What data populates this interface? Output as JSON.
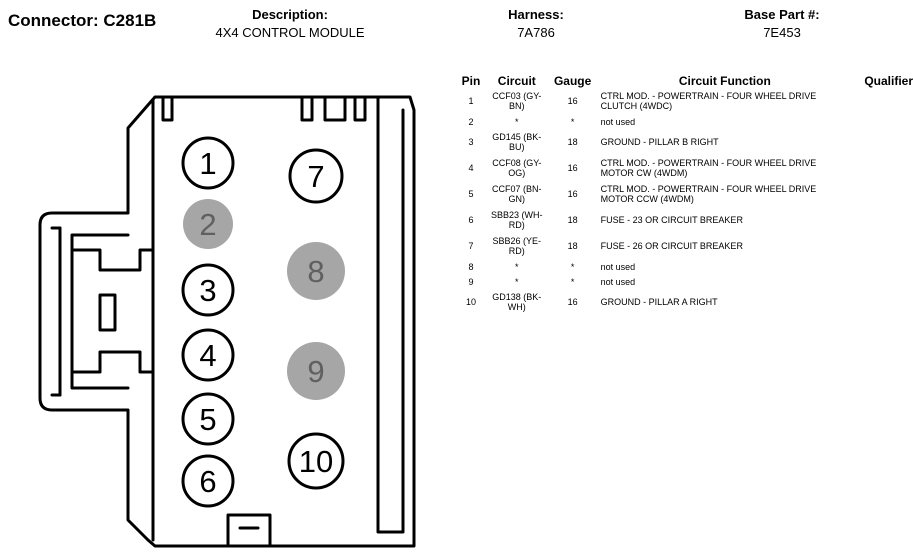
{
  "header": {
    "connector_title": "Connector: C281B",
    "description_label": "Description:",
    "description_value": "4X4 CONTROL MODULE",
    "harness_label": "Harness:",
    "harness_value": "7A786",
    "base_part_label": "Base Part #:",
    "base_part_value": "7E453"
  },
  "connector_pins": [
    {
      "label": "1",
      "used": true
    },
    {
      "label": "2",
      "used": false
    },
    {
      "label": "3",
      "used": true
    },
    {
      "label": "4",
      "used": true
    },
    {
      "label": "5",
      "used": true
    },
    {
      "label": "6",
      "used": true
    },
    {
      "label": "7",
      "used": true
    },
    {
      "label": "8",
      "used": false
    },
    {
      "label": "9",
      "used": false
    },
    {
      "label": "10",
      "used": true
    }
  ],
  "colors": {
    "unused_pin_fill": "#a6a6a6",
    "unused_pin_text": "#606060",
    "line": "#000000"
  },
  "table": {
    "headers": {
      "pin": "Pin",
      "circuit": "Circuit",
      "gauge": "Gauge",
      "function": "Circuit Function",
      "qualifier": "Qualifier"
    },
    "rows": [
      {
        "pin": "1",
        "circuit": "CCF03 (GY-BN)",
        "gauge": "16",
        "function": "CTRL MOD. - POWERTRAIN - FOUR WHEEL DRIVE CLUTCH (4WDC)",
        "qualifier": ""
      },
      {
        "pin": "2",
        "circuit": "*",
        "gauge": "*",
        "function": "not used",
        "qualifier": ""
      },
      {
        "pin": "3",
        "circuit": "GD145 (BK-BU)",
        "gauge": "18",
        "function": "GROUND - PILLAR B RIGHT",
        "qualifier": ""
      },
      {
        "pin": "4",
        "circuit": "CCF08 (GY-OG)",
        "gauge": "16",
        "function": "CTRL MOD. - POWERTRAIN - FOUR WHEEL DRIVE MOTOR CW (4WDM)",
        "qualifier": ""
      },
      {
        "pin": "5",
        "circuit": "CCF07 (BN-GN)",
        "gauge": "16",
        "function": "CTRL MOD. - POWERTRAIN - FOUR WHEEL DRIVE MOTOR CCW (4WDM)",
        "qualifier": ""
      },
      {
        "pin": "6",
        "circuit": "SBB23 (WH-RD)",
        "gauge": "18",
        "function": "FUSE - 23 OR CIRCUIT BREAKER",
        "qualifier": ""
      },
      {
        "pin": "7",
        "circuit": "SBB26 (YE-RD)",
        "gauge": "18",
        "function": "FUSE - 26 OR CIRCUIT BREAKER",
        "qualifier": ""
      },
      {
        "pin": "8",
        "circuit": "*",
        "gauge": "*",
        "function": "not used",
        "qualifier": ""
      },
      {
        "pin": "9",
        "circuit": "*",
        "gauge": "*",
        "function": "not used",
        "qualifier": ""
      },
      {
        "pin": "10",
        "circuit": "GD138 (BK-WH)",
        "gauge": "16",
        "function": "GROUND - PILLAR A RIGHT",
        "qualifier": ""
      }
    ]
  }
}
